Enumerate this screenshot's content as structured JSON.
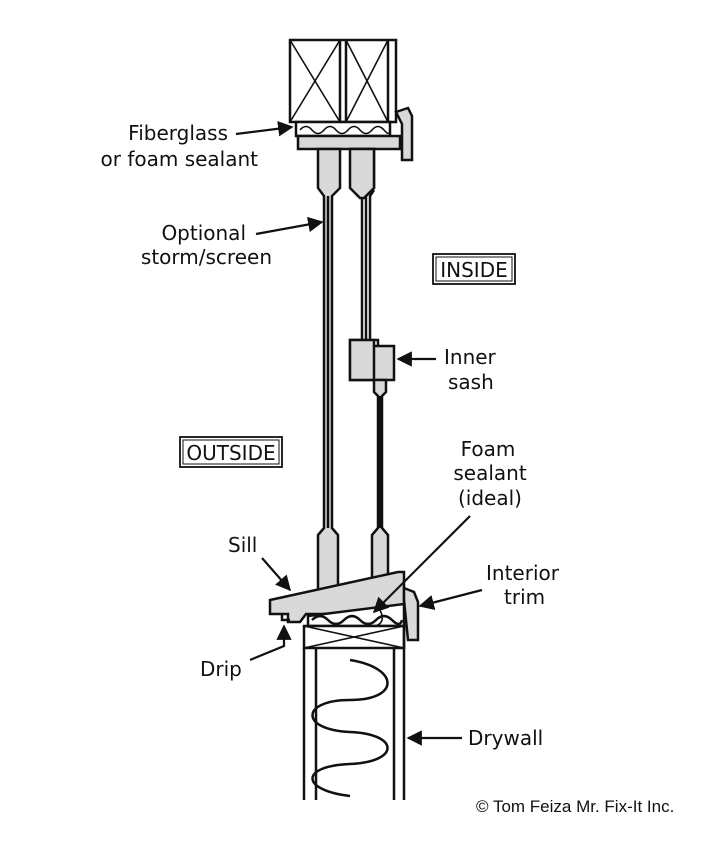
{
  "labels": {
    "fiberglass_line1": "Fiberglass",
    "fiberglass_line2": "or foam sealant",
    "storm_line1": "Optional",
    "storm_line2": "storm/screen",
    "inside": "INSIDE",
    "outside": "OUTSIDE",
    "inner_sash_line1": "Inner",
    "inner_sash_line2": "sash",
    "foam_line1": "Foam",
    "foam_line2": "sealant",
    "foam_line3": "(ideal)",
    "sill": "Sill",
    "interior_trim_line1": "Interior",
    "interior_trim_line2": "trim",
    "drip": "Drip",
    "drywall": "Drywall",
    "credit": "© Tom Feiza Mr. Fix-It Inc."
  },
  "colors": {
    "ink": "#111111",
    "part_fill": "#d9d9d9",
    "background": "#ffffff"
  }
}
